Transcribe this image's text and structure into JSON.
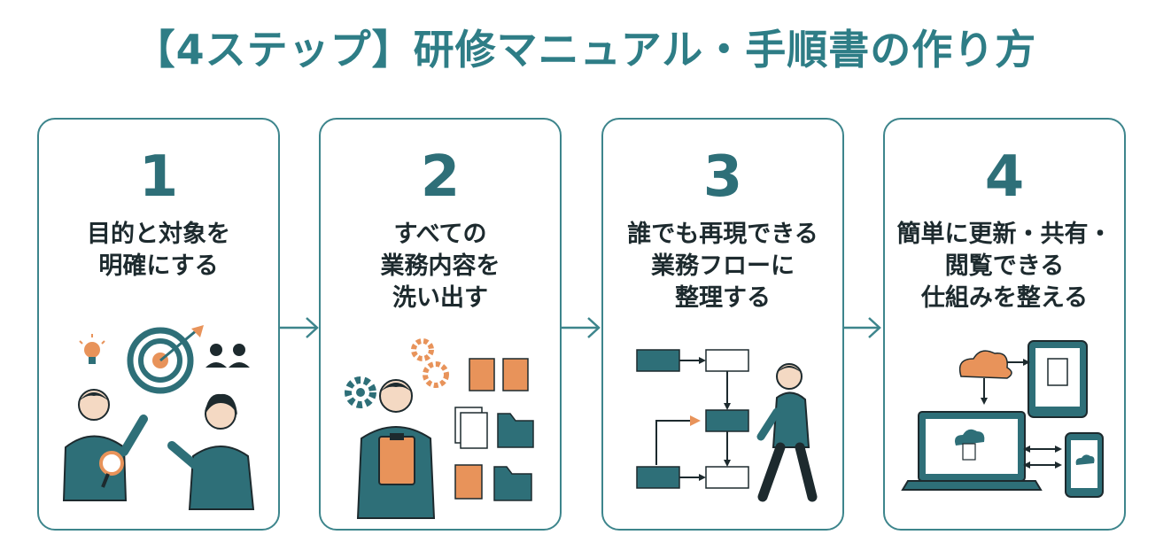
{
  "title": "【4ステップ】研修マニュアル・手順書の作り方",
  "steps": [
    {
      "number": "1",
      "lines": [
        "目的と対象を",
        "明確にする"
      ],
      "icon": "target-people-icon"
    },
    {
      "number": "2",
      "lines": [
        "すべての",
        "業務内容を",
        "洗い出す"
      ],
      "icon": "gears-documents-icon"
    },
    {
      "number": "3",
      "lines": [
        "誰でも再現できる",
        "業務フローに",
        "整理する"
      ],
      "icon": "flowchart-icon"
    },
    {
      "number": "4",
      "lines": [
        "簡単に更新・共有・",
        "閲覧できる",
        "仕組みを整える"
      ],
      "icon": "cloud-devices-icon"
    }
  ],
  "colors": {
    "teal": "#2e6f78",
    "title": "#2e7d86",
    "orange": "#e8935a",
    "border": "#3d858c"
  }
}
